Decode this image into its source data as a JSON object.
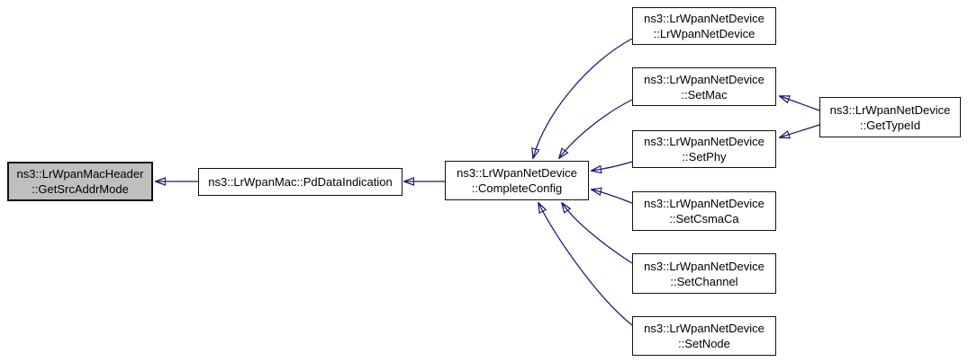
{
  "diagram": {
    "type": "doxygen-caller-graph",
    "background_color": "#ffffff",
    "arrow_color": "#191970",
    "node_border_color": "#000000",
    "node_fill": "#ffffff",
    "highlighted_node_fill": "#bfbfbf",
    "nodes": {
      "get_src_addr_mode": {
        "line1": "ns3::LrWpanMacHeader",
        "line2": "::GetSrcAddrMode",
        "highlighted": true
      },
      "pd_data_indication": {
        "line1": "ns3::LrWpanMac::PdDataIndication"
      },
      "complete_config": {
        "line1": "ns3::LrWpanNetDevice",
        "line2": "::CompleteConfig"
      },
      "lr_wpan_net_device_ctor": {
        "line1": "ns3::LrWpanNetDevice",
        "line2": "::LrWpanNetDevice"
      },
      "set_mac": {
        "line1": "ns3::LrWpanNetDevice",
        "line2": "::SetMac"
      },
      "set_phy": {
        "line1": "ns3::LrWpanNetDevice",
        "line2": "::SetPhy"
      },
      "set_csma_ca": {
        "line1": "ns3::LrWpanNetDevice",
        "line2": "::SetCsmaCa"
      },
      "set_channel": {
        "line1": "ns3::LrWpanNetDevice",
        "line2": "::SetChannel"
      },
      "set_node": {
        "line1": "ns3::LrWpanNetDevice",
        "line2": "::SetNode"
      },
      "get_type_id": {
        "line1": "ns3::LrWpanNetDevice",
        "line2": "::GetTypeId"
      }
    },
    "edges": [
      {
        "from": "ns3::LrWpanMac::PdDataIndication",
        "to": "ns3::LrWpanMacHeader::GetSrcAddrMode"
      },
      {
        "from": "ns3::LrWpanNetDevice::CompleteConfig",
        "to": "ns3::LrWpanMac::PdDataIndication"
      },
      {
        "from": "ns3::LrWpanNetDevice::LrWpanNetDevice",
        "to": "ns3::LrWpanNetDevice::CompleteConfig"
      },
      {
        "from": "ns3::LrWpanNetDevice::SetMac",
        "to": "ns3::LrWpanNetDevice::CompleteConfig"
      },
      {
        "from": "ns3::LrWpanNetDevice::SetPhy",
        "to": "ns3::LrWpanNetDevice::CompleteConfig"
      },
      {
        "from": "ns3::LrWpanNetDevice::SetCsmaCa",
        "to": "ns3::LrWpanNetDevice::CompleteConfig"
      },
      {
        "from": "ns3::LrWpanNetDevice::SetChannel",
        "to": "ns3::LrWpanNetDevice::CompleteConfig"
      },
      {
        "from": "ns3::LrWpanNetDevice::SetNode",
        "to": "ns3::LrWpanNetDevice::CompleteConfig"
      },
      {
        "from": "ns3::LrWpanNetDevice::GetTypeId",
        "to": "ns3::LrWpanNetDevice::SetMac"
      },
      {
        "from": "ns3::LrWpanNetDevice::GetTypeId",
        "to": "ns3::LrWpanNetDevice::SetPhy"
      }
    ]
  }
}
